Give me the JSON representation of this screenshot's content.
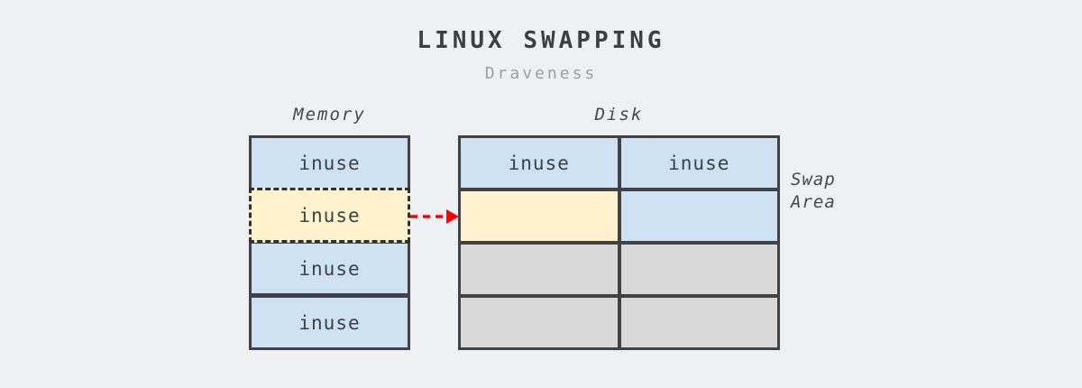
{
  "title": "LINUX SWAPPING",
  "subtitle": "Draveness",
  "memory": {
    "label": "Memory",
    "cells": [
      {
        "label": "inuse",
        "state": "inuse"
      },
      {
        "label": "inuse",
        "state": "being-swapped-out"
      },
      {
        "label": "inuse",
        "state": "inuse"
      },
      {
        "label": "inuse",
        "state": "inuse"
      }
    ]
  },
  "disk": {
    "label": "Disk",
    "cells": [
      {
        "label": "inuse",
        "fill": "blue"
      },
      {
        "label": "inuse",
        "fill": "blue"
      },
      {
        "label": "",
        "fill": "yellow"
      },
      {
        "label": "",
        "fill": "blue"
      },
      {
        "label": "",
        "fill": "gray"
      },
      {
        "label": "",
        "fill": "gray"
      },
      {
        "label": "",
        "fill": "gray"
      },
      {
        "label": "",
        "fill": "gray"
      }
    ]
  },
  "swap_area_label": "Swap Area",
  "colors": {
    "background": "#eef0f3",
    "block_blue": "#cfe2f3",
    "block_yellow": "#fff2cc",
    "block_gray": "#d9d9d9",
    "border": "#404245",
    "arrow_red": "#ff0000",
    "title_text": "#3d3f42",
    "subtitle_text": "#9ca0a6"
  }
}
